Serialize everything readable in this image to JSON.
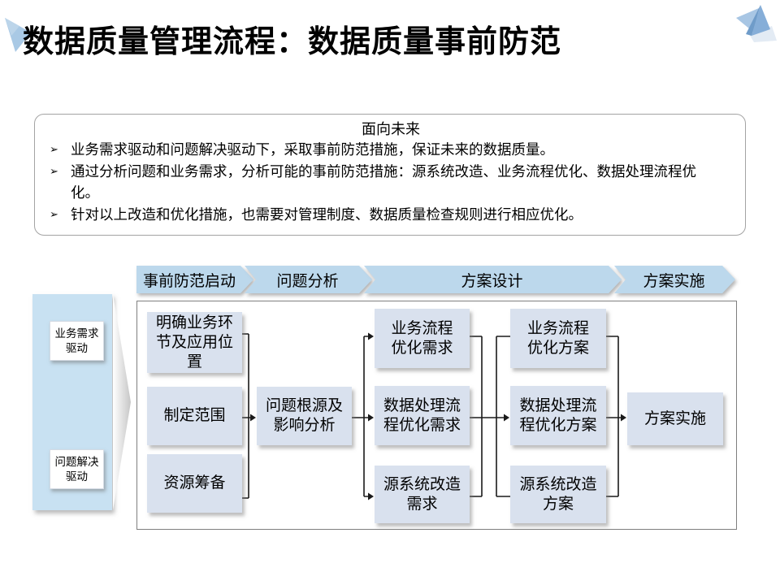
{
  "title": "数据质量管理流程：数据质量事前防范",
  "summary": {
    "heading": "面向未来",
    "bullet_marker": "➢",
    "bullets": [
      {
        "text": "业务需求驱动和问题解决驱动下，采取事前防范措施，保证未来的数据质量。"
      },
      {
        "text": "通过分析问题和业务需求，分析可能的事前防范措施：源系统改造、业务流程优化、数据处理流程优\n化。"
      },
      {
        "text": "针对以上改造和优化措施，也需要对管理制度、数据质量检查规则进行相应优化。"
      }
    ]
  },
  "pipeline": {
    "stages": [
      {
        "label": "事前防范启动"
      },
      {
        "label": "问题分析"
      },
      {
        "label": "方案设计"
      },
      {
        "label": "方案实施"
      }
    ]
  },
  "drivers": {
    "items": [
      {
        "label": "业务需求\n驱动"
      },
      {
        "label": "问题解决\n驱动"
      }
    ]
  },
  "flow": {
    "startup": [
      {
        "label": "明确业务环\n节及应用位\n置"
      },
      {
        "label": "制定范围"
      },
      {
        "label": "资源筹备"
      }
    ],
    "analysis": {
      "label": "问题根源及\n影响分析"
    },
    "needs": [
      {
        "label": "业务流程\n优化需求"
      },
      {
        "label": "数据处理流\n程优化需求"
      },
      {
        "label": "源系统改造\n需求"
      }
    ],
    "plans": [
      {
        "label": "业务流程\n优化方案"
      },
      {
        "label": "数据处理流\n程优化方案"
      },
      {
        "label": "源系统改造\n方案"
      }
    ],
    "implement": {
      "label": "方案实施"
    }
  },
  "colors": {
    "banner_blue": "#bcd8ec",
    "box_blue": "#d9e1ee",
    "driver_blue": "#c8e1f2",
    "frame_border": "#7f7f7f",
    "text": "#000000"
  }
}
